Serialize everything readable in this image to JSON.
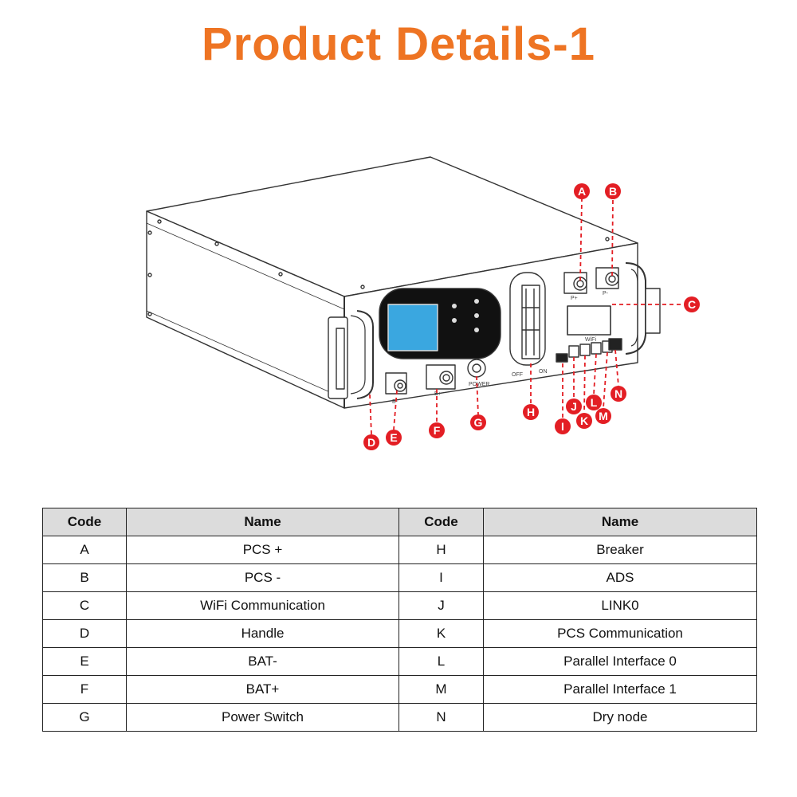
{
  "header": {
    "title": "Product Details-1",
    "title_color": "#ee7423"
  },
  "colors": {
    "callout": "#e31e24",
    "screen": "#3aa7e0",
    "line": "#333333"
  },
  "diagram": {
    "panel_labels": {
      "pcs_plus": "P+",
      "pcs_minus": "P-",
      "bat_minus": "B-",
      "bat_plus": "B+",
      "power": "POWER",
      "breaker_off": "OFF",
      "breaker_on": "ON",
      "wifi": "WiFi"
    },
    "callouts": [
      "A",
      "B",
      "C",
      "D",
      "E",
      "F",
      "G",
      "H",
      "I",
      "J",
      "K",
      "L",
      "M",
      "N"
    ]
  },
  "table": {
    "headers": [
      "Code",
      "Name",
      "Code",
      "Name"
    ],
    "rows": [
      [
        "A",
        "PCS +",
        "H",
        "Breaker"
      ],
      [
        "B",
        "PCS -",
        "I",
        "ADS"
      ],
      [
        "C",
        "WiFi Communication",
        "J",
        "LINK0"
      ],
      [
        "D",
        "Handle",
        "K",
        "PCS Communication"
      ],
      [
        "E",
        "BAT-",
        "L",
        "Parallel Interface 0"
      ],
      [
        "F",
        "BAT+",
        "M",
        "Parallel Interface 1"
      ],
      [
        "G",
        "Power Switch",
        "N",
        "Dry node"
      ]
    ]
  }
}
